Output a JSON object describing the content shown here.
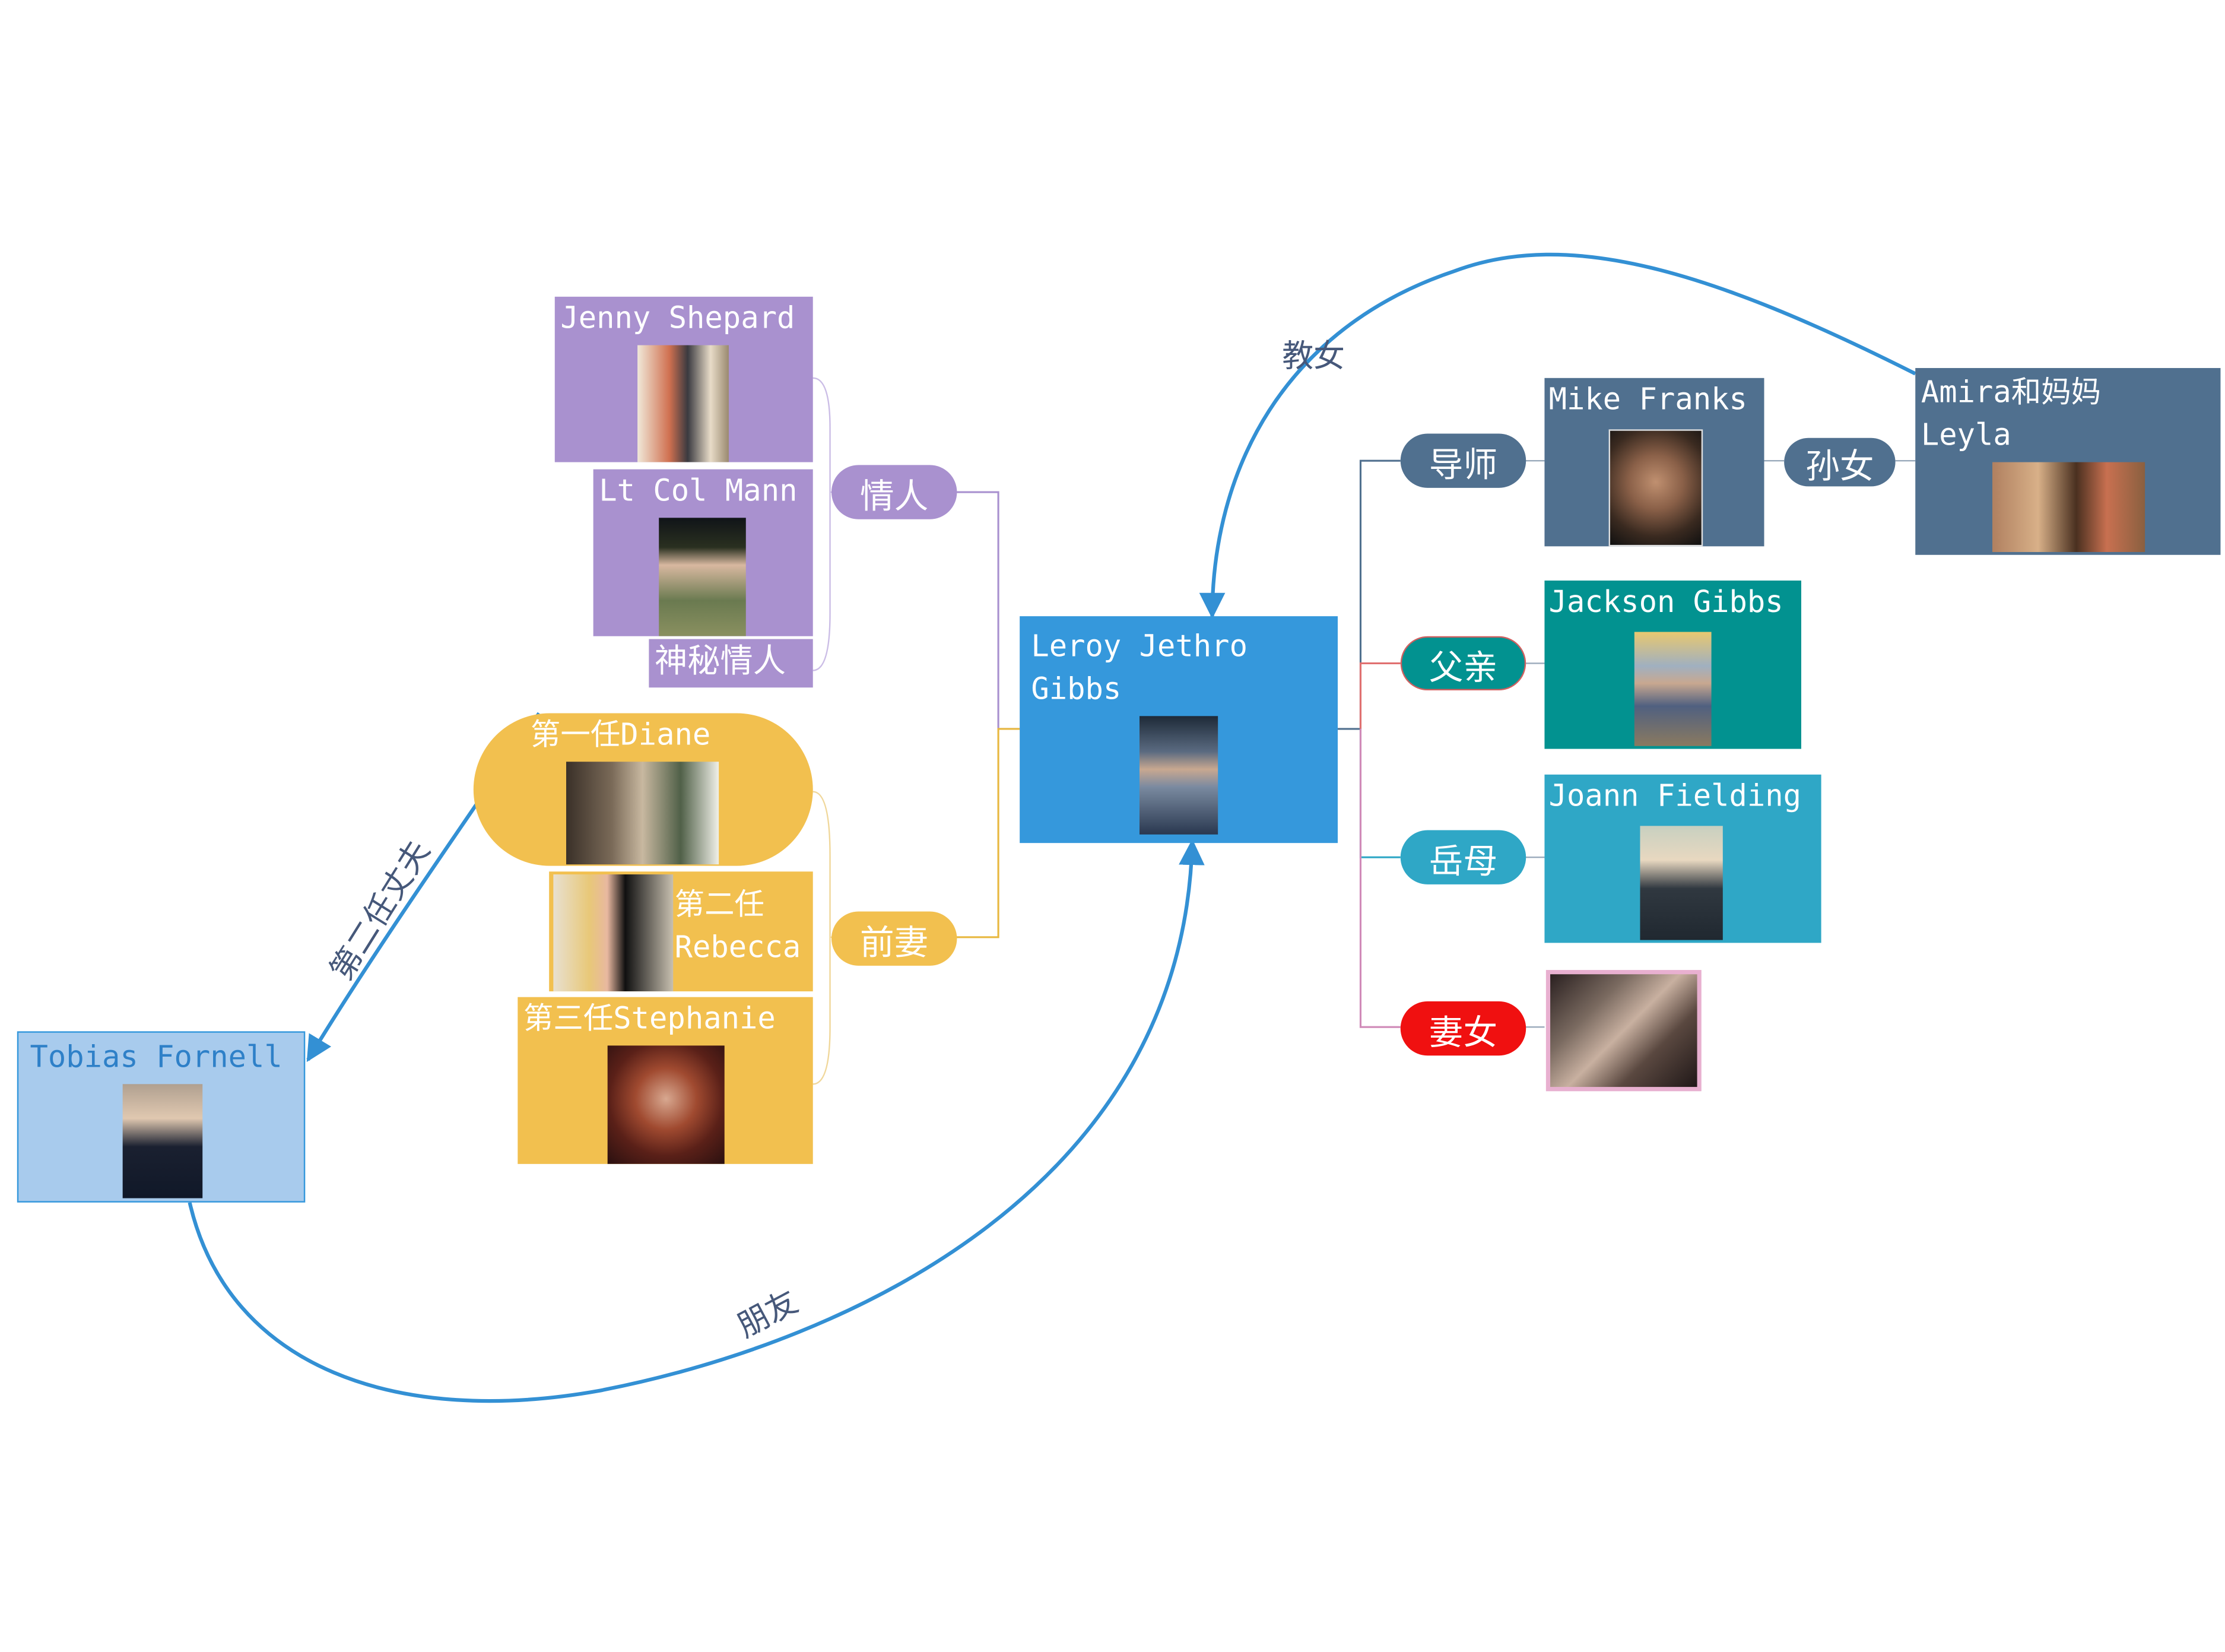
{
  "central": {
    "label": "Leroy Jethro\nGibbs"
  },
  "branches": {
    "lovers": {
      "label": "情人",
      "items": [
        {
          "label": "Jenny Shepard"
        },
        {
          "label": "Lt Col Mann"
        },
        {
          "label": "神秘情人"
        }
      ]
    },
    "ex_wives": {
      "label": "前妻",
      "items": [
        {
          "label": "第一任Diane"
        },
        {
          "label": "第二任\nRebecca"
        },
        {
          "label": "第三任Stephanie"
        }
      ]
    },
    "mentor": {
      "label": "导师",
      "node": "Mike Franks"
    },
    "granddaughter": {
      "label": "孙女",
      "node": "Amira和妈妈\nLeyla"
    },
    "father": {
      "label": "父亲",
      "node": "Jackson Gibbs"
    },
    "mother_in_law": {
      "label": "岳母",
      "node": "Joann Fielding"
    },
    "wife_daughter": {
      "label": "妻女"
    }
  },
  "floating": {
    "label": "Tobias Fornell"
  },
  "relations": {
    "goddaughter": "教女",
    "friend": "朋友",
    "second_husband": "第二任丈夫"
  },
  "colors": {
    "central": "#3598DC",
    "purple": "#A991CF",
    "yellow": "#F2C04F",
    "slate": "#50708F",
    "teal": "#029290",
    "cyan": "#2FA7C6",
    "red": "#F01010",
    "fornell": "#A8CBED",
    "arrow": "#3390D4"
  },
  "icons": [
    "person-photo"
  ]
}
